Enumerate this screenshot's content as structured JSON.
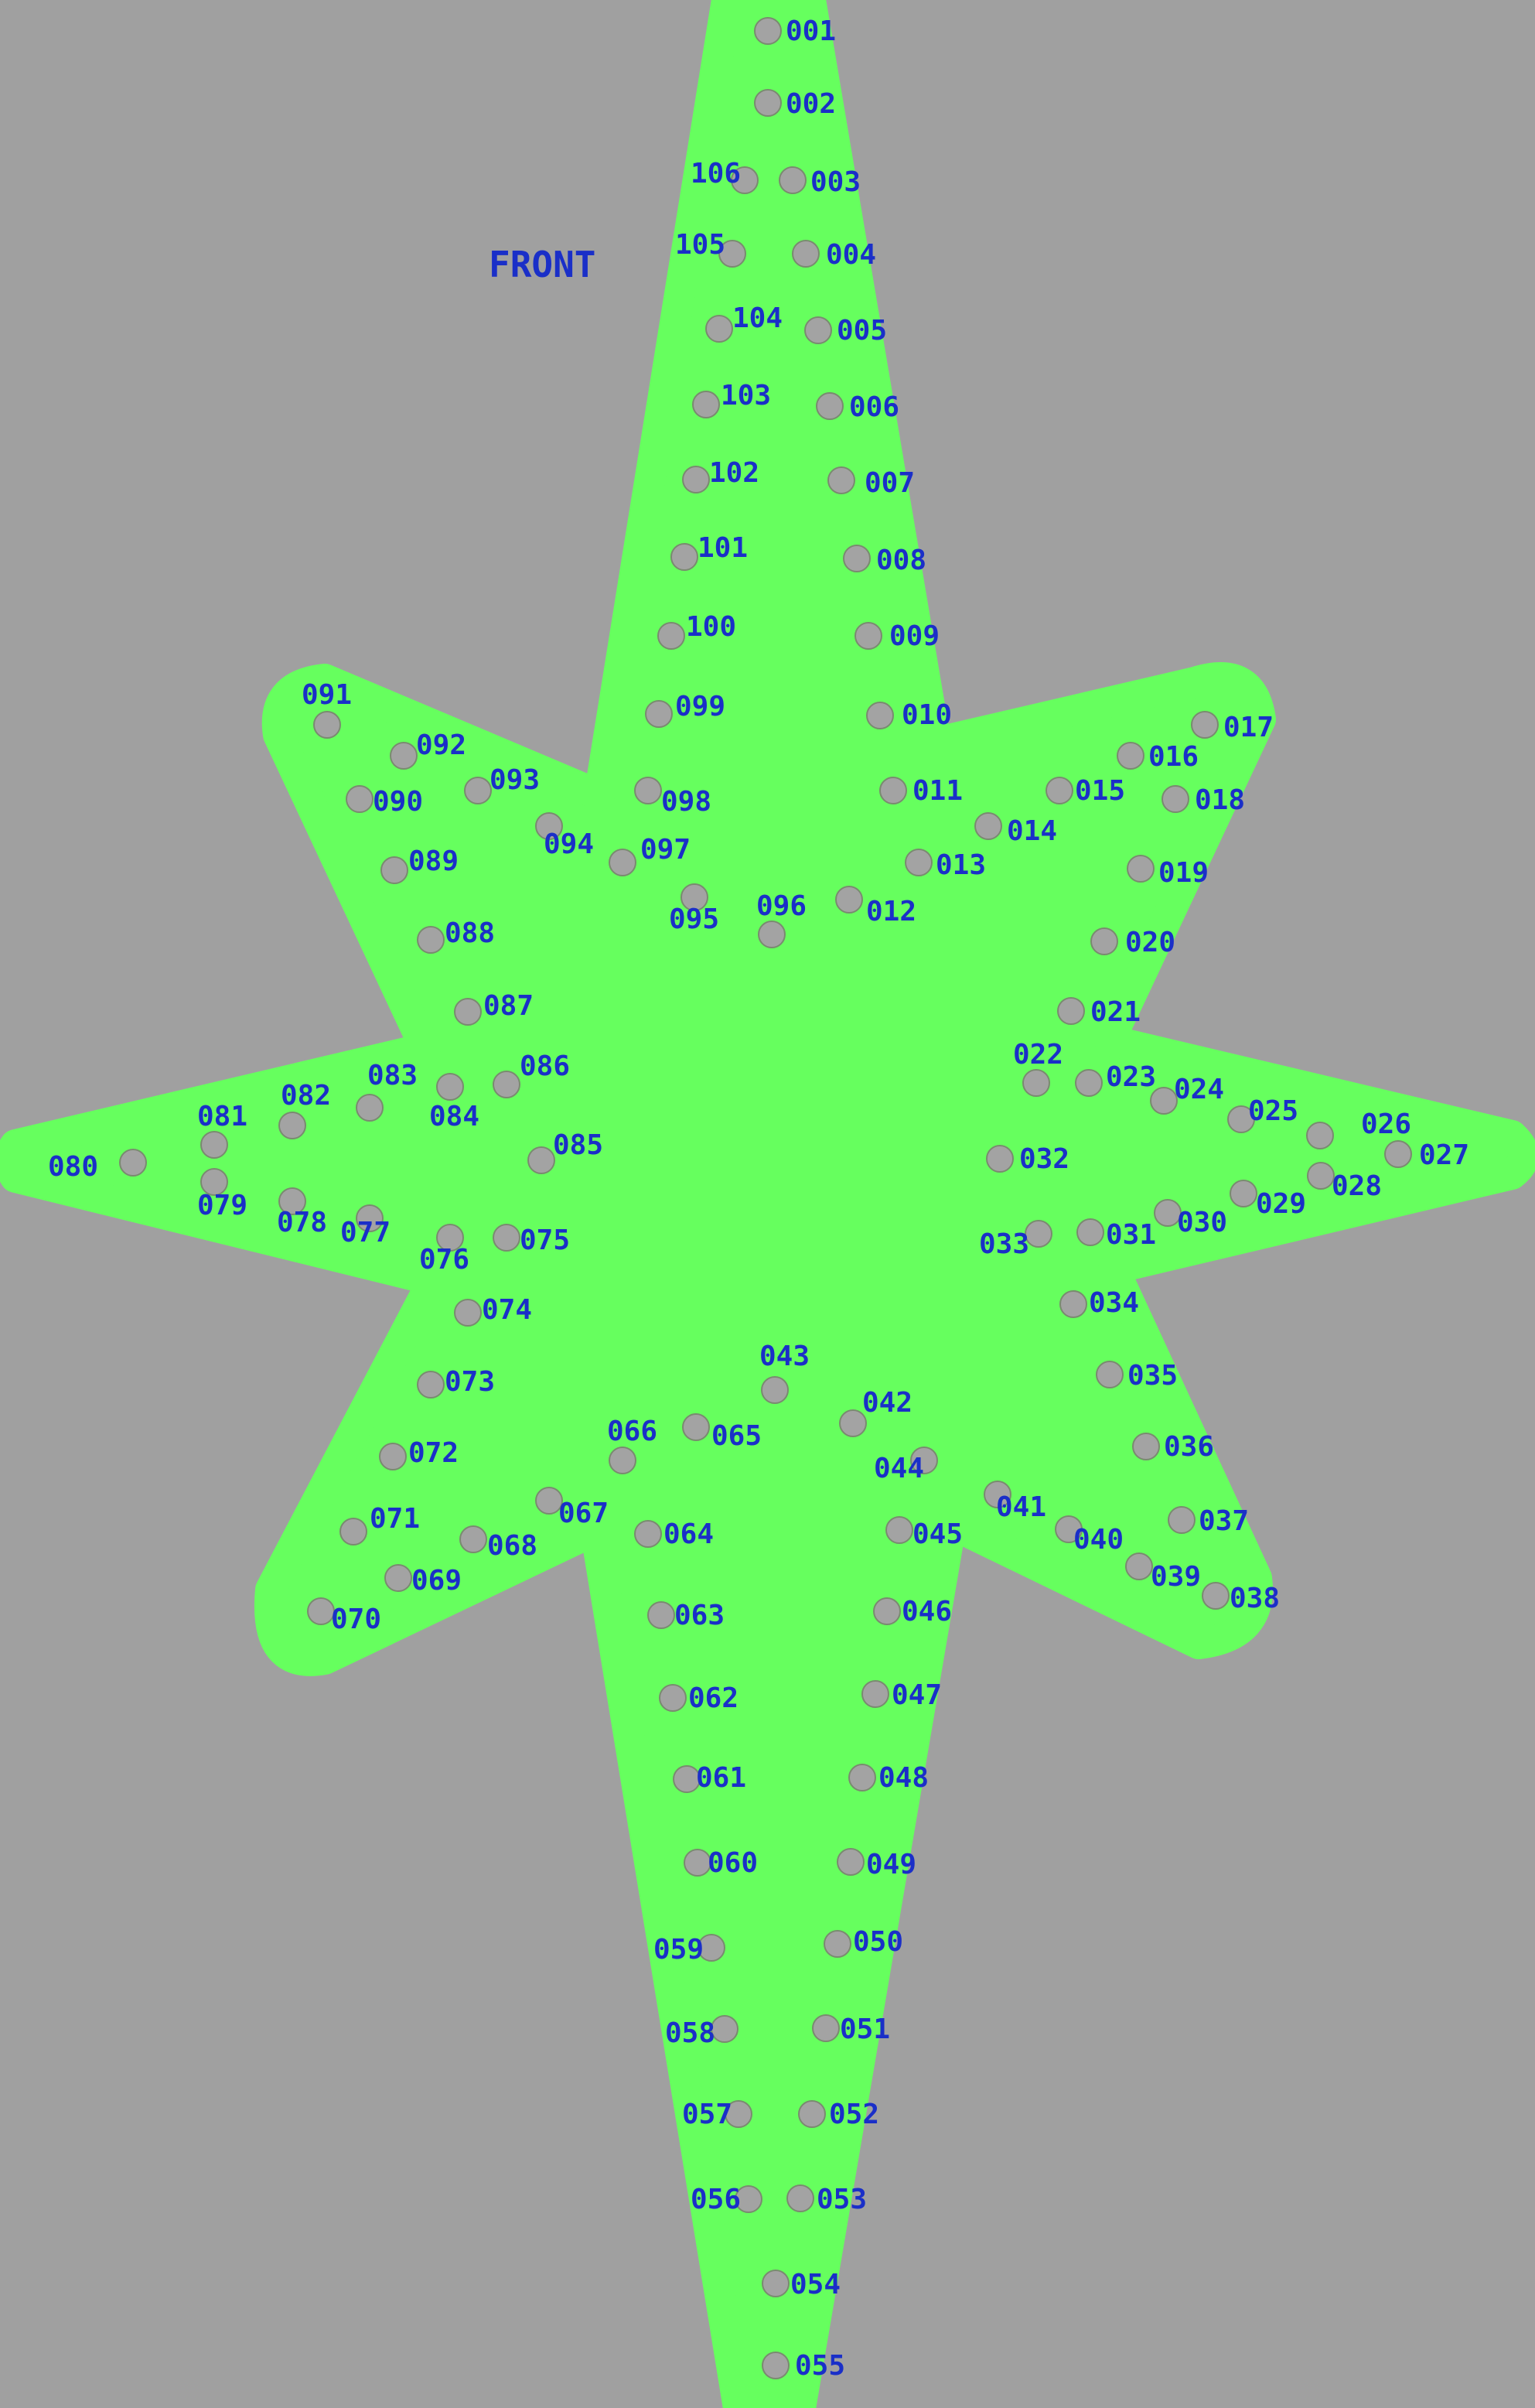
{
  "page": {
    "background_color": "#a0a0a0",
    "board_color": "#66ff5e",
    "hole_color": "#a3a3a3",
    "label_color": "#1a2fc8"
  },
  "front_label": "FRONT",
  "holes": [
    "001",
    "002",
    "003",
    "004",
    "005",
    "006",
    "007",
    "008",
    "009",
    "010",
    "011",
    "012",
    "013",
    "014",
    "015",
    "016",
    "017",
    "018",
    "019",
    "020",
    "021",
    "022",
    "023",
    "024",
    "025",
    "026",
    "027",
    "028",
    "029",
    "030",
    "031",
    "032",
    "033",
    "034",
    "035",
    "036",
    "037",
    "038",
    "039",
    "040",
    "041",
    "042",
    "043",
    "044",
    "045",
    "046",
    "047",
    "048",
    "049",
    "050",
    "051",
    "052",
    "053",
    "054",
    "055",
    "056",
    "057",
    "058",
    "059",
    "060",
    "061",
    "062",
    "063",
    "064",
    "065",
    "066",
    "067",
    "068",
    "069",
    "070",
    "071",
    "072",
    "073",
    "074",
    "075",
    "076",
    "077",
    "078",
    "079",
    "080",
    "081",
    "082",
    "083",
    "084",
    "085",
    "086",
    "087",
    "088",
    "089",
    "090",
    "091",
    "092",
    "093",
    "094",
    "095",
    "096",
    "097",
    "098",
    "099",
    "100",
    "101",
    "102",
    "103",
    "104",
    "105",
    "106"
  ]
}
